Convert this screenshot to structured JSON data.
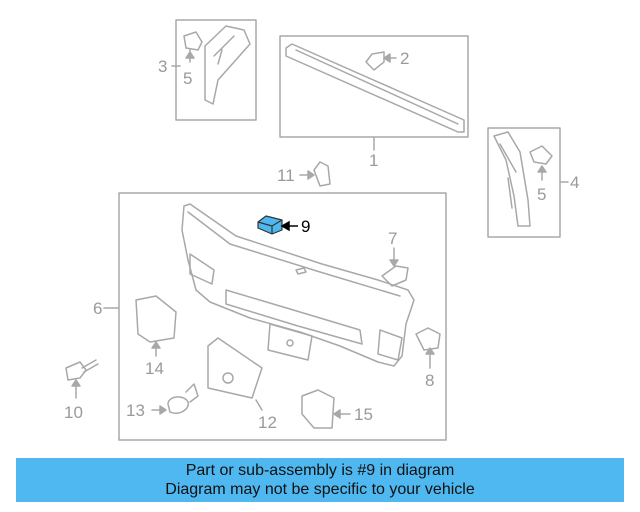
{
  "diagram": {
    "callouts": {
      "c1": "1",
      "c2": "2",
      "c3": "3",
      "c4": "4",
      "c5a": "5",
      "c5b": "5",
      "c6": "6",
      "c7": "7",
      "c8": "8",
      "c9": "9",
      "c10": "10",
      "c11": "11",
      "c12": "12",
      "c13": "13",
      "c14": "14",
      "c15": "15"
    },
    "highlighted_part": "9",
    "colors": {
      "line": "#a8a8a8",
      "highlight_fill": "#4fb8f0",
      "banner": "#4fb8f0"
    }
  },
  "banner": {
    "line1": "Part or sub-assembly is #9 in diagram",
    "line2": "Diagram may not be specific to your vehicle"
  }
}
